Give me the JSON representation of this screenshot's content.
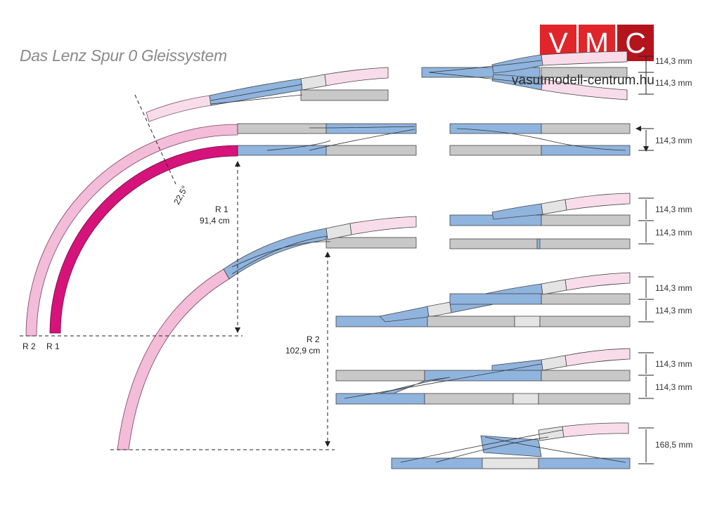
{
  "title": "Das Lenz Spur 0 Gleissystem",
  "logo": {
    "letters": [
      "V",
      "M",
      "C"
    ],
    "site": "vasutmodell-centrum.hu"
  },
  "angle_label": "22,5°",
  "radius": {
    "r1_label": "R 1",
    "r1_value": "91,4 cm",
    "r2_label": "R 2",
    "r2_value": "102,9 cm"
  },
  "spacing": {
    "d1": "114,3 mm",
    "d2": "114,3 mm",
    "d3": "114,3 mm",
    "d4": "114,3 mm",
    "d5": "114,3 mm",
    "d6": "114,3 mm",
    "d7": "114,3 mm",
    "d8": "114,3 mm",
    "d9": "114,3 mm",
    "d10": "168,5 mm"
  },
  "colors": {
    "straight": "#c8c8c8",
    "turnout": "#8fb4de",
    "curve": "#f3bcd8",
    "curve_light": "#f9dcea",
    "r1_curve": "#d6137a",
    "grey_light": "#e4e4e4"
  }
}
